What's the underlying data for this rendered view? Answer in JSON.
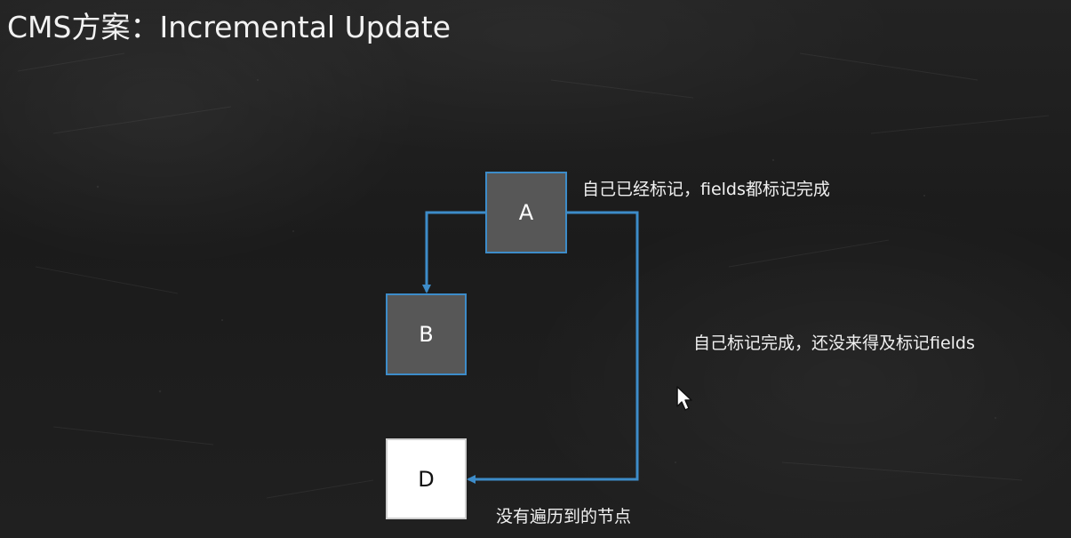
{
  "slide": {
    "title": "CMS方案：Incremental Update"
  },
  "nodes": {
    "a": {
      "label": "A",
      "note": "自己已经标记，fields都标记完成"
    },
    "b": {
      "label": "B"
    },
    "d": {
      "label": "D",
      "note": "没有遍历到的节点"
    }
  },
  "edges": {
    "a_to_d_note": "自己标记完成，还没来得及标记fields"
  },
  "colors": {
    "background": "#1c1c1c",
    "marked_node_fill": "#575757",
    "unvisited_node_fill": "#ffffff",
    "edge_color": "#3d8cc9",
    "text": "#f0f0f0"
  },
  "icons": {
    "cursor": "mouse-pointer-icon"
  }
}
